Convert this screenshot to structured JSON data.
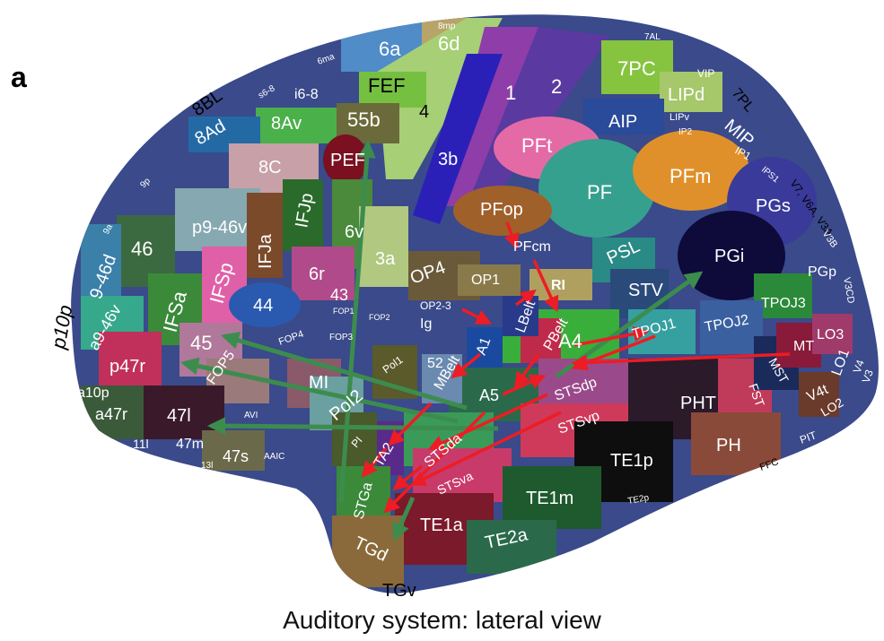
{
  "panel_letter": "a",
  "caption": "Auditory system: lateral view",
  "colors": {
    "brain_outline": "#1b2a4a",
    "arrow_red": "#ee1c24",
    "arrow_green": "#3c8c4e"
  },
  "regions": [
    {
      "label": "8mp",
      "color": "#d87a2a"
    },
    {
      "label": "6a",
      "color": "#4f8cc8"
    },
    {
      "label": "6d",
      "color": "#b8a468"
    },
    {
      "label": "6ma",
      "color": "#2e5aa8"
    },
    {
      "label": "s6-8",
      "color": "#3a4fa0"
    },
    {
      "label": "8BL",
      "color": "#2a3f8a"
    },
    {
      "label": "i6-8",
      "color": "#7aa86a"
    },
    {
      "label": "FEF",
      "color": "#76c041"
    },
    {
      "label": "8Ad",
      "color": "#236aa5"
    },
    {
      "label": "8Av",
      "color": "#4ab04a"
    },
    {
      "label": "55b",
      "color": "#6b6a3a"
    },
    {
      "label": "4",
      "color": "#a6cf76"
    },
    {
      "label": "1",
      "color": "#8f3da8"
    },
    {
      "label": "2",
      "color": "#5a3aa0"
    },
    {
      "label": "3b",
      "color": "#2a20b8"
    },
    {
      "label": "7AL",
      "color": "#b86a2a"
    },
    {
      "label": "7PC",
      "color": "#86c440"
    },
    {
      "label": "VIP",
      "color": "#5a1a8c"
    },
    {
      "label": "7PL",
      "color": "#ffffff"
    },
    {
      "label": "LIPd",
      "color": "#a6c86a"
    },
    {
      "label": "AIP",
      "color": "#2a4a9a"
    },
    {
      "label": "LIPv",
      "color": "#8c2a5a"
    },
    {
      "label": "IP2",
      "color": "#e05a3a"
    },
    {
      "label": "MIP",
      "color": "#c2dc8a"
    },
    {
      "label": "IP1",
      "color": "#4a9a4a"
    },
    {
      "label": "IPS1",
      "color": "#6a2aa0"
    },
    {
      "label": "PFt",
      "color": "#e46aa6"
    },
    {
      "label": "PF",
      "color": "#36a08e"
    },
    {
      "label": "PFm",
      "color": "#e0902a"
    },
    {
      "label": "V7, V6A, V3A",
      "color": "#4a2a8a"
    },
    {
      "label": "PGs",
      "color": "#3a3a9a"
    },
    {
      "label": "PEF",
      "color": "#7a1020"
    },
    {
      "label": "8C",
      "color": "#c8a0a8"
    },
    {
      "label": "9p",
      "color": "#3050a0"
    },
    {
      "label": "p9-46v",
      "color": "#86a8b0"
    },
    {
      "label": "IFJa",
      "color": "#7a4a2a"
    },
    {
      "label": "IFJp",
      "color": "#2a6a2a"
    },
    {
      "label": "6v",
      "color": "#4a8a3a"
    },
    {
      "label": "3a",
      "color": "#b0c880"
    },
    {
      "label": "PFop",
      "color": "#a0602a"
    },
    {
      "label": "PFcm",
      "color": "#8a9a4a"
    },
    {
      "label": "PSL",
      "color": "#2a8a86"
    },
    {
      "label": "PGi",
      "color": "#0e0a3a"
    },
    {
      "label": "V3B",
      "color": "#4a6aa8"
    },
    {
      "label": "9a",
      "color": "#2a5aa0"
    },
    {
      "label": "46",
      "color": "#3c6a40"
    },
    {
      "label": "9-46d",
      "color": "#3a80a8"
    },
    {
      "label": "IFSp",
      "color": "#e060a8"
    },
    {
      "label": "6r",
      "color": "#b04a8a"
    },
    {
      "label": "OP4",
      "color": "#6a5a3a"
    },
    {
      "label": "OP1",
      "color": "#8a7a4a"
    },
    {
      "label": "RI",
      "color": "#b0a060"
    },
    {
      "label": "STV",
      "color": "#2a4a7a"
    },
    {
      "label": "PGp",
      "color": "#4ab04a"
    },
    {
      "label": "p10p",
      "color": "#000000"
    },
    {
      "label": "a9-46v",
      "color": "#36a88c"
    },
    {
      "label": "IFSa",
      "color": "#3a8a3a"
    },
    {
      "label": "44",
      "color": "#2a5ab0"
    },
    {
      "label": "43",
      "color": "#c07a8a"
    },
    {
      "label": "FOP1",
      "color": "#4a5a8a"
    },
    {
      "label": "FOP2",
      "color": "#3a5aa0"
    },
    {
      "label": "OP2-3",
      "color": "#8a3a8a"
    },
    {
      "label": "Ig",
      "color": "#7a7a5a"
    },
    {
      "label": "LBelt",
      "color": "#2a3a8a"
    },
    {
      "label": "TPOJ1",
      "color": "#36a0a0"
    },
    {
      "label": "TPOJ2",
      "color": "#3a60a0"
    },
    {
      "label": "TPOJ3",
      "color": "#2a8a3a"
    },
    {
      "label": "V3CD",
      "color": "#8a3a8a"
    },
    {
      "label": "LO3",
      "color": "#a03a6a"
    },
    {
      "label": "45",
      "color": "#b0789a"
    },
    {
      "label": "FOP4",
      "color": "#7a7a8a"
    },
    {
      "label": "FOP3",
      "color": "#9aa05a"
    },
    {
      "label": "A1",
      "color": "#1a4aa0"
    },
    {
      "label": "PBelt",
      "color": "#c02a4a"
    },
    {
      "label": "A4",
      "color": "#3aae3a"
    },
    {
      "label": "MT",
      "color": "#8a1a3a"
    },
    {
      "label": "LO1",
      "color": "#5a3a8a"
    },
    {
      "label": "p47r",
      "color": "#c0305a"
    },
    {
      "label": "FOP5",
      "color": "#9a7a7a"
    },
    {
      "label": "Pol1",
      "color": "#5a5a2a"
    },
    {
      "label": "52",
      "color": "#6a2a8a"
    },
    {
      "label": "MBelt",
      "color": "#6a8ab0"
    },
    {
      "label": "STSdp",
      "color": "#9a4a8a"
    },
    {
      "label": "MST",
      "color": "#1a2a5a"
    },
    {
      "label": "V4",
      "color": "#3a5a9a"
    },
    {
      "label": "a10p",
      "color": "#4a6a6a"
    },
    {
      "label": "MI",
      "color": "#8a5a6a"
    },
    {
      "label": "PoI2",
      "color": "#6aa0a0"
    },
    {
      "label": "A5",
      "color": "#2a6a4a"
    },
    {
      "label": "PHT",
      "color": "#2a1a2a"
    },
    {
      "label": "FST",
      "color": "#c03a5a"
    },
    {
      "label": "V4t",
      "color": "#6a3a2a"
    },
    {
      "label": "V3",
      "color": "#2a3a7a"
    },
    {
      "label": "a47r",
      "color": "#3a5a3a"
    },
    {
      "label": "47l",
      "color": "#3a1a2a"
    },
    {
      "label": "AVI",
      "color": "#4a4a6a"
    },
    {
      "label": "STSvp",
      "color": "#d03a5a"
    },
    {
      "label": "LO2",
      "color": "#6a6a3a"
    },
    {
      "label": "11l",
      "color": "#4a3a4a"
    },
    {
      "label": "47m",
      "color": "#6a2a5a"
    },
    {
      "label": "PI",
      "color": "#4a5a2a"
    },
    {
      "label": "TA2",
      "color": "#5a2a8a"
    },
    {
      "label": "STSda",
      "color": "#3a9a5a"
    },
    {
      "label": "PH",
      "color": "#8a4a3a"
    },
    {
      "label": "PIT",
      "color": "#7a8a3a"
    },
    {
      "label": "13l",
      "color": "#2a3a4a"
    },
    {
      "label": "47s",
      "color": "#6a6a4a"
    },
    {
      "label": "AAIC",
      "color": "#5a4a6a"
    },
    {
      "label": "TE1p",
      "color": "#0e0e0e"
    },
    {
      "label": "FFC",
      "color": "#6a6a6a"
    },
    {
      "label": "STSva",
      "color": "#c83a6a"
    },
    {
      "label": "STGa",
      "color": "#3a8a3a"
    },
    {
      "label": "TE1m",
      "color": "#1e5a2e"
    },
    {
      "label": "TE2p",
      "color": "#7a6a4a"
    },
    {
      "label": "TE1a",
      "color": "#7a1a2a"
    },
    {
      "label": "TE2a",
      "color": "#2a6a4a"
    },
    {
      "label": "TGd",
      "color": "#8a6a3a"
    },
    {
      "label": "TGv",
      "color": "#2a2a2a"
    }
  ]
}
